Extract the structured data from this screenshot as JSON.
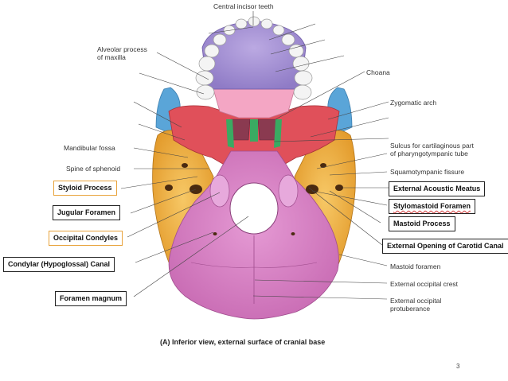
{
  "labels": {
    "central_incisor": "Central incisor teeth",
    "alveolar": "Alveolar process\nof maxilla",
    "choana": "Choana",
    "zygomatic_arch": "Zygomatic arch",
    "mandibular_fossa": "Mandibular fossa",
    "sulcus": "Sulcus for cartilaginous part\nof pharyngotympanic tube",
    "spine_sphenoid": "Spine of sphenoid",
    "squamotympanic": "Squamotympanic fissure",
    "mastoid_foramen": "Mastoid foramen",
    "ext_occ_crest": "External occipital crest",
    "ext_occ_prot": "External occipital\nprotuberance"
  },
  "boxes": {
    "styloid": "Styloid Process",
    "jugular": "Jugular Foramen",
    "occipital_condyles": "Occipital Condyles",
    "hypoglossal": "Condylar (Hypoglossal) Canal",
    "foramen_magnum": "Foramen magnum",
    "ext_acoustic": "External Acoustic Meatus",
    "stylomastoid": "Stylomastoid Foramen",
    "mastoid_process": "Mastoid Process",
    "carotid": "External Opening of Carotid Canal"
  },
  "caption": "(A) Inferior view, external surface of cranial base",
  "page_number": "3",
  "colors": {
    "occipital": "#d97ec4",
    "temporal": "#f2b441",
    "maxilla_palate": "#a995d6",
    "sphenoid": "#e0505a",
    "zygomatic": "#5aa5d8",
    "palatine": "#f4a6c4",
    "vomer": "#3aaa62",
    "teeth": "#f4f4f4",
    "box_black": "#222222",
    "box_orange": "#e8a33c"
  }
}
